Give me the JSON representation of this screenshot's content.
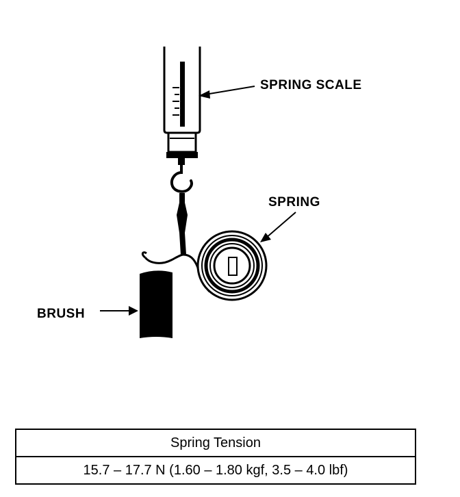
{
  "labels": {
    "spring_scale": "SPRING SCALE",
    "spring": "SPRING",
    "brush": "BRUSH"
  },
  "table": {
    "header": "Spring Tension",
    "value": "15.7 – 17.7 N (1.60 – 1.80 kgf, 3.5 – 4.0 lbf)"
  }
}
